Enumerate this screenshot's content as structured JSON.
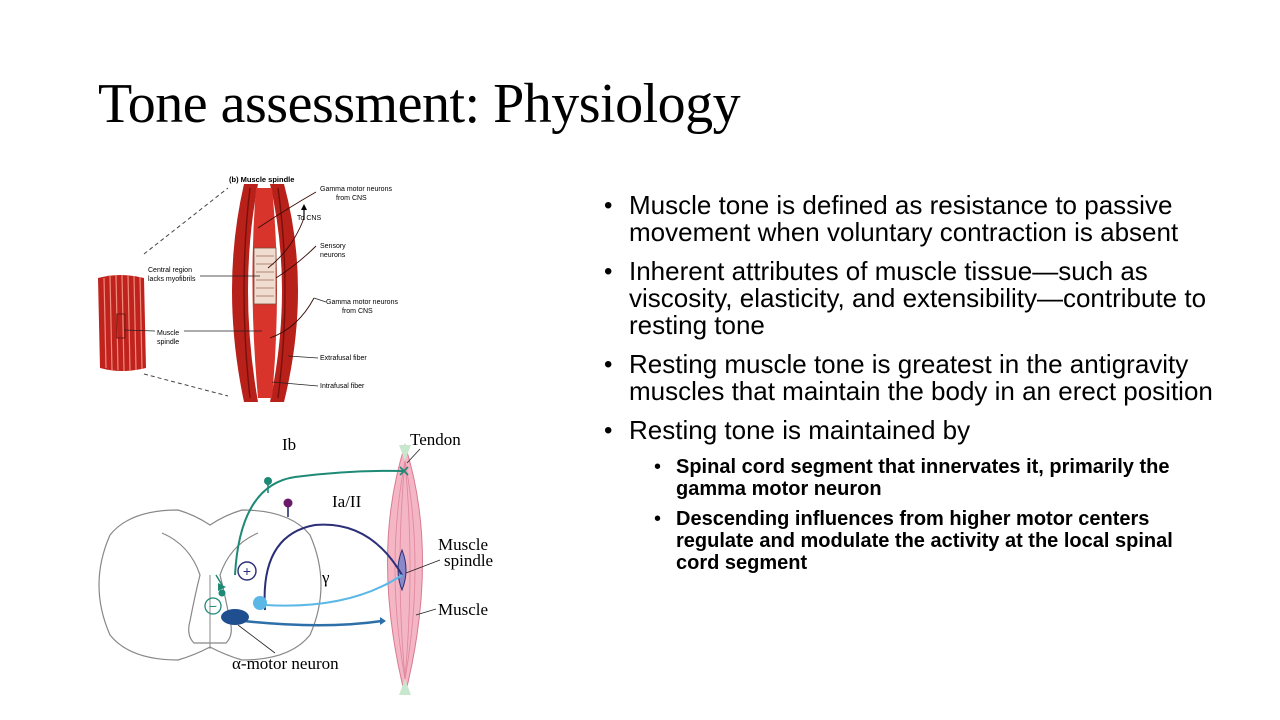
{
  "slide": {
    "title": "Tone assessment: Physiology",
    "bullets": [
      "Muscle tone is defined as resistance to passive movement when voluntary contraction is absent",
      "Inherent attributes of muscle tissue—such as viscosity, elasticity, and extensibility—contribute to resting tone",
      "Resting muscle tone is greatest in the antigravity muscles that maintain the body in an erect position",
      "Resting tone is maintained by"
    ],
    "sub_bullets": [
      "Spinal cord segment that innervates it, primarily the gamma motor neuron",
      "Descending influences from higher motor centers regulate and modulate the activity at the local spinal cord segment"
    ],
    "bullet_glyph": "•"
  },
  "spindle_figure": {
    "panel_label": "(b) Muscle spindle",
    "labels": {
      "gamma_top": "Gamma motor neurons from CNS",
      "to_cns": "To CNS",
      "sensory": "Sensory neurons",
      "central_region": "Central region lacks myofibrils",
      "gamma_bottom": "Gamma motor neurons from CNS",
      "muscle_spindle": "Muscle spindle",
      "extrafusal": "Extrafusal fiber",
      "intrafusal": "Intrafusal fiber"
    }
  },
  "reflex_figure": {
    "labels": {
      "ib": "Ib",
      "tendon": "Tendon",
      "ia_ii": "Ia/II",
      "muscle_spindle_1": "Muscle",
      "muscle_spindle_2": "spindle",
      "gamma": "γ",
      "muscle": "Muscle",
      "alpha_motor": "α-motor neuron",
      "plus": "+",
      "minus": "−"
    },
    "colors": {
      "ib_fiber": "#1e8a76",
      "ia_fiber": "#2b2f78",
      "gamma_fiber": "#5bb8e6",
      "alpha_fiber": "#2d6fa8",
      "muscle_fill": "#f4b6c4",
      "tendon_fill": "#c9e6cf"
    }
  }
}
